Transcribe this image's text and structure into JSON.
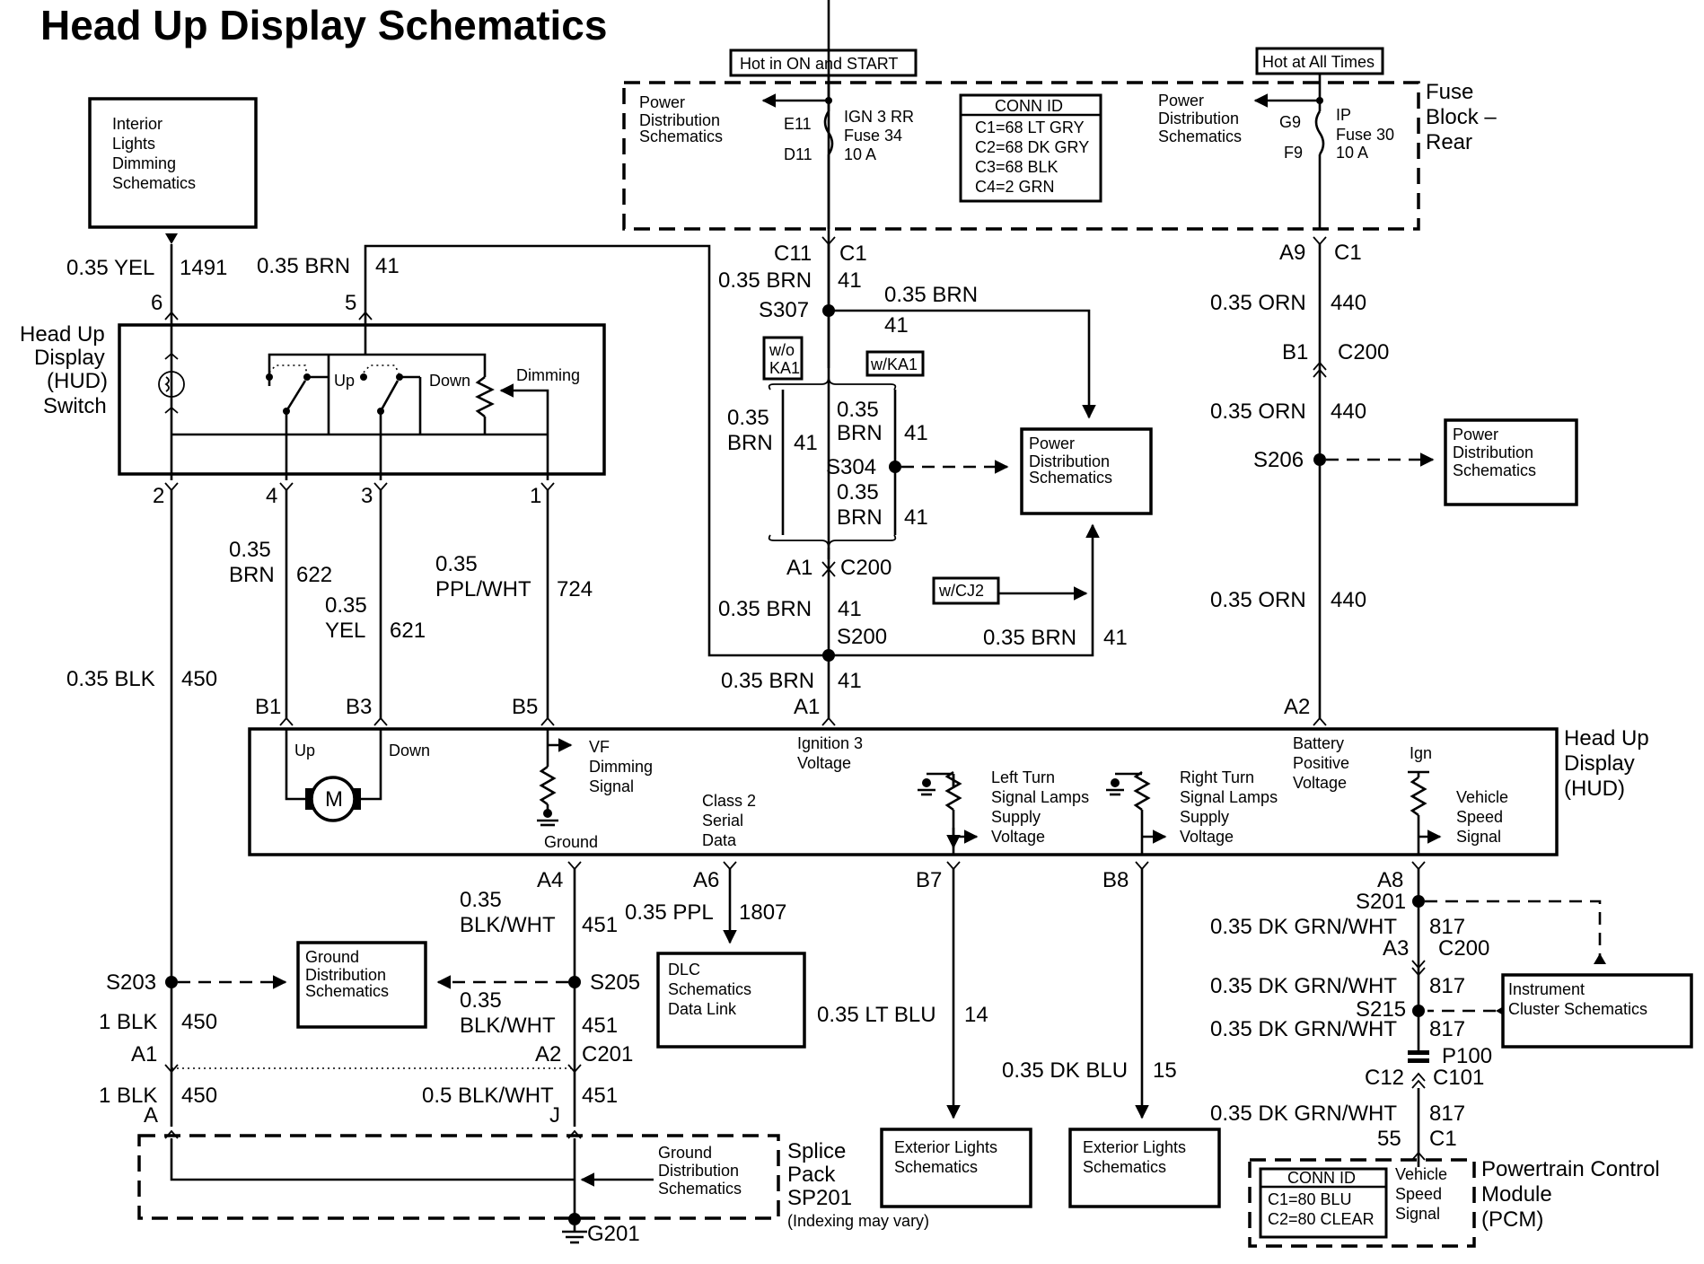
{
  "title": "Head Up Display Schematics",
  "hot_on_start": "Hot in ON and START",
  "hot_all_times": "Hot at All Times",
  "fuse_block": [
    "Fuse",
    "Block –",
    "Rear"
  ],
  "conn_id_top": {
    "header": "CONN ID",
    "lines": [
      "C1=68 LT GRY",
      "C2=68 DK GRY",
      "C3=68 BLK",
      "C4=2 GRN"
    ]
  },
  "conn_id_pcm": {
    "header": "CONN ID",
    "lines": [
      "C1=80 BLU",
      "C2=80 CLEAR"
    ]
  },
  "power_dist_label": [
    "Power",
    "Distribution",
    "Schematics"
  ],
  "fuse_ign": {
    "pin_in": "E11",
    "pin_out": "D11",
    "lines": [
      "IGN 3 RR",
      "Fuse 34",
      "10 A"
    ]
  },
  "fuse_ip": {
    "pin_in": "G9",
    "pin_out": "F9",
    "lines": [
      "IP",
      "Fuse 30",
      "10 A"
    ]
  },
  "interior_lights": [
    "Interior",
    "Lights",
    "Dimming",
    "Schematics"
  ],
  "hud_switch": {
    "name": [
      "Head Up",
      "Display",
      "(HUD)",
      "Switch"
    ],
    "up": "Up",
    "down": "Down",
    "dimming": "Dimming",
    "pins_top": [
      "6",
      "5"
    ],
    "pins_bottom": [
      "2",
      "4",
      "3",
      "1"
    ]
  },
  "hud_module": {
    "name": [
      "Head Up",
      "Display",
      "(HUD)"
    ],
    "motor": "M",
    "labels": {
      "up": "Up",
      "down": "Down",
      "vf_dimming": [
        "VF",
        "Dimming",
        "Signal"
      ],
      "ground": "Ground",
      "ignition": [
        "Ignition 3",
        "Voltage"
      ],
      "class2": [
        "Class 2",
        "Serial",
        "Data"
      ],
      "left_turn": [
        "Left Turn",
        "Signal Lamps",
        "Supply",
        "Voltage"
      ],
      "right_turn": [
        "Right Turn",
        "Signal Lamps",
        "Supply",
        "Voltage"
      ],
      "battery": [
        "Battery",
        "Positive",
        "Voltage"
      ],
      "ign": "Ign",
      "vss": [
        "Vehicle",
        "Speed",
        "Signal"
      ]
    },
    "pins_top": [
      "B1",
      "B3",
      "B5",
      "A1",
      "A2"
    ],
    "pins_bottom": [
      "A4",
      "A6",
      "B7",
      "B8",
      "A8"
    ]
  },
  "wires": {
    "yel_1491": [
      "0.35 YEL",
      "1491"
    ],
    "brn_41": [
      "0.35 BRN",
      "41"
    ],
    "blk_450": [
      "0.35 BLK",
      "450"
    ],
    "brn_622": [
      "0.35",
      "BRN",
      "622"
    ],
    "yel_621": [
      "0.35",
      "YEL",
      "621"
    ],
    "ppl_724": [
      "0.35",
      "PPL/WHT",
      "724"
    ],
    "brn": "0.35 BRN",
    "brn_split": [
      "0.35",
      "BRN"
    ],
    "num_41": "41",
    "orn": "0.35 ORN",
    "num_440": "440",
    "blkwht_451": [
      "0.35",
      "BLK/WHT",
      "451"
    ],
    "ppl_1807": [
      "0.35 PPL",
      "1807"
    ],
    "ltblu_14": [
      "0.35 LT BLU",
      "14"
    ],
    "dkblu_15": [
      "0.35 DK BLU",
      "15"
    ],
    "dkgrn": "0.35 DK GRN/WHT",
    "num_817": "817",
    "blk1_450": [
      "1 BLK",
      "450"
    ],
    "blkwht05_451": [
      "0.5 BLK/WHT",
      "451"
    ]
  },
  "connectors": {
    "c11": "C11",
    "c1": "C1",
    "a9": "A9",
    "b1": "B1",
    "c200": "C200",
    "a1": "A1",
    "a2": "A2",
    "a3": "A3",
    "c201": "C201",
    "c12": "C12",
    "c101": "C101",
    "pin55": "55",
    "pin_a": "A",
    "pin_j": "J"
  },
  "splices": {
    "s307": "S307",
    "s304": "S304",
    "s200": "S200",
    "s206": "S206",
    "s203": "S203",
    "s205": "S205",
    "s201": "S201",
    "s215": "S215",
    "p100": "P100",
    "g201": "G201"
  },
  "options": {
    "wo_ka1": [
      "w/o",
      "KA1"
    ],
    "w_ka1": "w/KA1",
    "w_cj2": "w/CJ2"
  },
  "ground_dist": [
    "Ground",
    "Distribution",
    "Schematics"
  ],
  "dlc": [
    "DLC",
    "Schematics",
    "Data Link"
  ],
  "exterior_lights": [
    "Exterior Lights",
    "Schematics"
  ],
  "instrument_cluster": [
    "Instrument",
    "Cluster Schematics"
  ],
  "splice_pack": [
    "Splice",
    "Pack",
    "SP201",
    "(Indexing may vary)"
  ],
  "pcm": {
    "name": [
      "Powertrain Control",
      "Module",
      "(PCM)"
    ],
    "vss": [
      "Vehicle",
      "Speed",
      "Signal"
    ]
  }
}
